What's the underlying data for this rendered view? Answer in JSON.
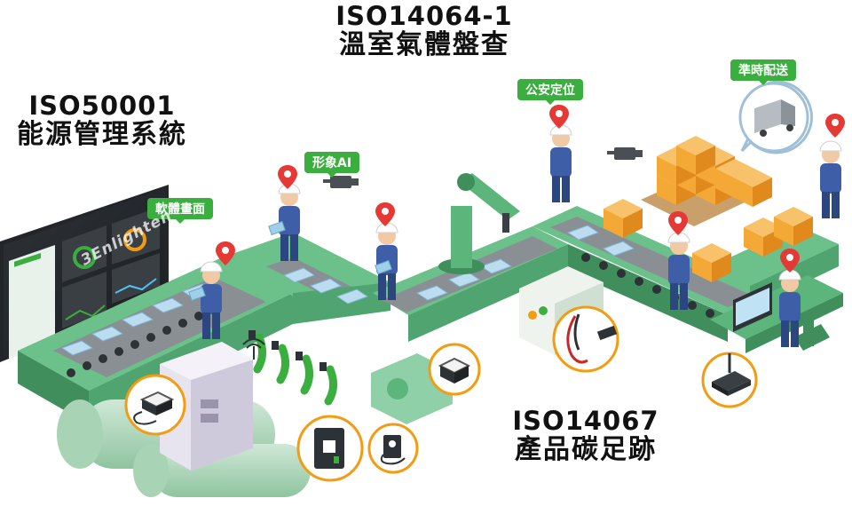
{
  "standards": [
    {
      "code": "ISO14064-1",
      "name": "溫室氣體盤查"
    },
    {
      "code": "ISO50001",
      "name": "能源管理系統"
    },
    {
      "code": "ISO14067",
      "name": "產品碳足跡"
    }
  ],
  "tags": {
    "software_screen": "軟體畫面",
    "image_ai": "形象AI",
    "positioning": "公安定位",
    "on_time_delivery": "準時配送"
  },
  "brand_logo": "3Enlighten",
  "colors": {
    "tag_green": "#3aae3e",
    "conveyor_green": "#5cb57a",
    "callout_orange": "#f39c12",
    "worker_blue": "#3e5fa8",
    "pin_red": "#e53935",
    "box_orange": "#f4a836"
  }
}
